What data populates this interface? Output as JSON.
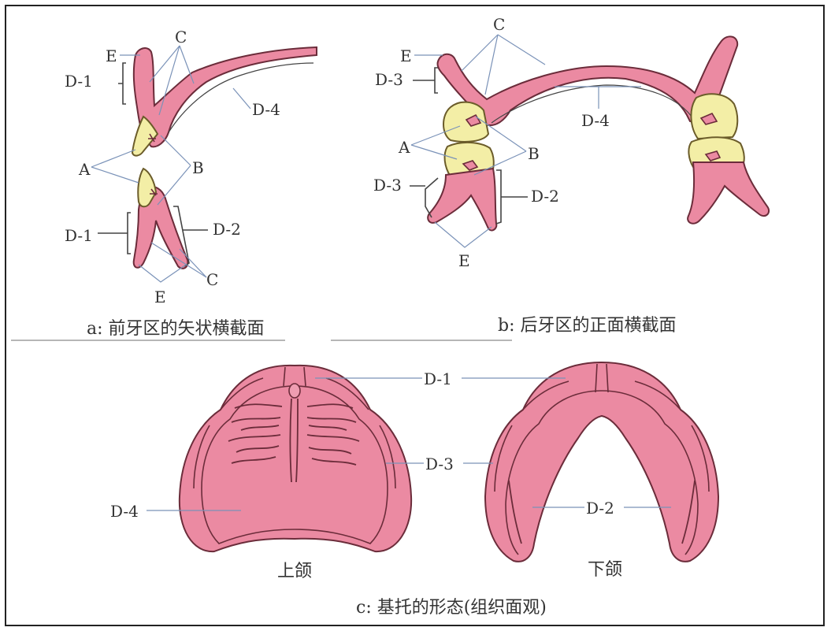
{
  "panel_a": {
    "caption": "a: 前牙区的矢状横截面",
    "labels": {
      "e_top": "E",
      "d1_top": "D-1",
      "c_top": "C",
      "d4": "D-4",
      "a": "A",
      "b": "B",
      "d2": "D-2",
      "d1_bottom": "D-1",
      "c_bottom": "C",
      "e_bottom": "E"
    }
  },
  "panel_b": {
    "caption": "b: 后牙区的正面横截面",
    "labels": {
      "c_top": "C",
      "e_top": "E",
      "d3_top": "D-3",
      "d4": "D-4",
      "a": "A",
      "b": "B",
      "d3_bottom": "D-3",
      "d2": "D-2",
      "e_bottom": "E"
    }
  },
  "panel_c": {
    "caption": "c: 基托的形态(组织面观)",
    "labels": {
      "d1": "D-1",
      "d3": "D-3",
      "d4": "D-4",
      "d2": "D-2"
    },
    "upper_label": "上颌",
    "lower_label": "下颌"
  },
  "colors": {
    "base_pink": "#eb8aa2",
    "tooth_yellow": "#f3eea6",
    "leader_blue": "#7a92b8"
  }
}
